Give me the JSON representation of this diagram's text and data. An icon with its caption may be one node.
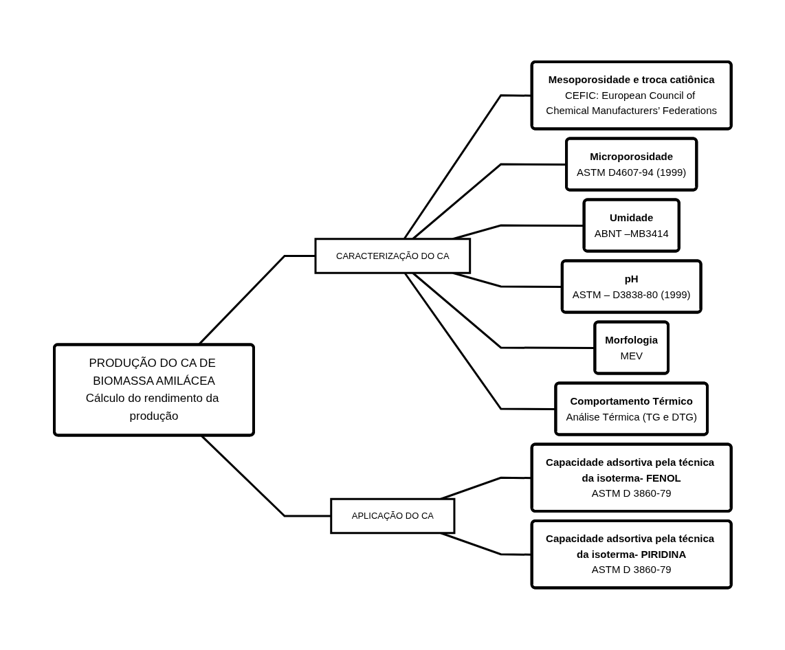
{
  "diagram": {
    "nodes": [
      {
        "text": [
          "PRODUÇÃO DO CA DE BIOMASSA AMILÁCEA",
          "Cálculo do rendimento da produção"
        ]
      },
      {
        "text": [
          "CARACTERIZAÇÃO DO CA"
        ]
      },
      {
        "text": [
          "APLICAÇÃO DO CA"
        ]
      },
      {
        "text": [
          "Mesoporosidade e troca catiônica",
          "CEFIC: European Council of Chemical Manufacturers’ Federations"
        ]
      },
      {
        "text": [
          "Microporosidade",
          "ASTM D4607-94 (1999)"
        ]
      },
      {
        "text": [
          "Umidade",
          "ABNT –MB3414"
        ]
      },
      {
        "text": [
          "pH",
          "ASTM – D3838-80 (1999)"
        ]
      },
      {
        "text": [
          "Morfologia",
          "MEV"
        ]
      },
      {
        "text": [
          "Comportamento Térmico",
          "Análise Térmica (TG e DTG)"
        ]
      },
      {
        "text": [
          "Capacidade adsortiva pela técnica da isoterma- FENOL",
          "ASTM D 3860-79"
        ]
      },
      {
        "text": [
          "Capacidade adsortiva pela técnica da isoterma- PIRIDINA",
          "ASTM D 3860-79"
        ]
      }
    ],
    "edges": [
      {
        "from": 0,
        "to": 1,
        "arrow": "none"
      },
      {
        "from": 0,
        "to": 2,
        "arrow": "none"
      },
      {
        "from": 1,
        "to": 3,
        "arrow": "none"
      },
      {
        "from": 1,
        "to": 4,
        "arrow": "none"
      },
      {
        "from": 1,
        "to": 5,
        "arrow": "none"
      },
      {
        "from": 1,
        "to": 6,
        "arrow": "none"
      },
      {
        "from": 1,
        "to": 7,
        "arrow": "none"
      },
      {
        "from": 1,
        "to": 8,
        "arrow": "none"
      },
      {
        "from": 2,
        "to": 9,
        "arrow": "none"
      },
      {
        "from": 2,
        "to": 10,
        "arrow": "none"
      }
    ]
  }
}
